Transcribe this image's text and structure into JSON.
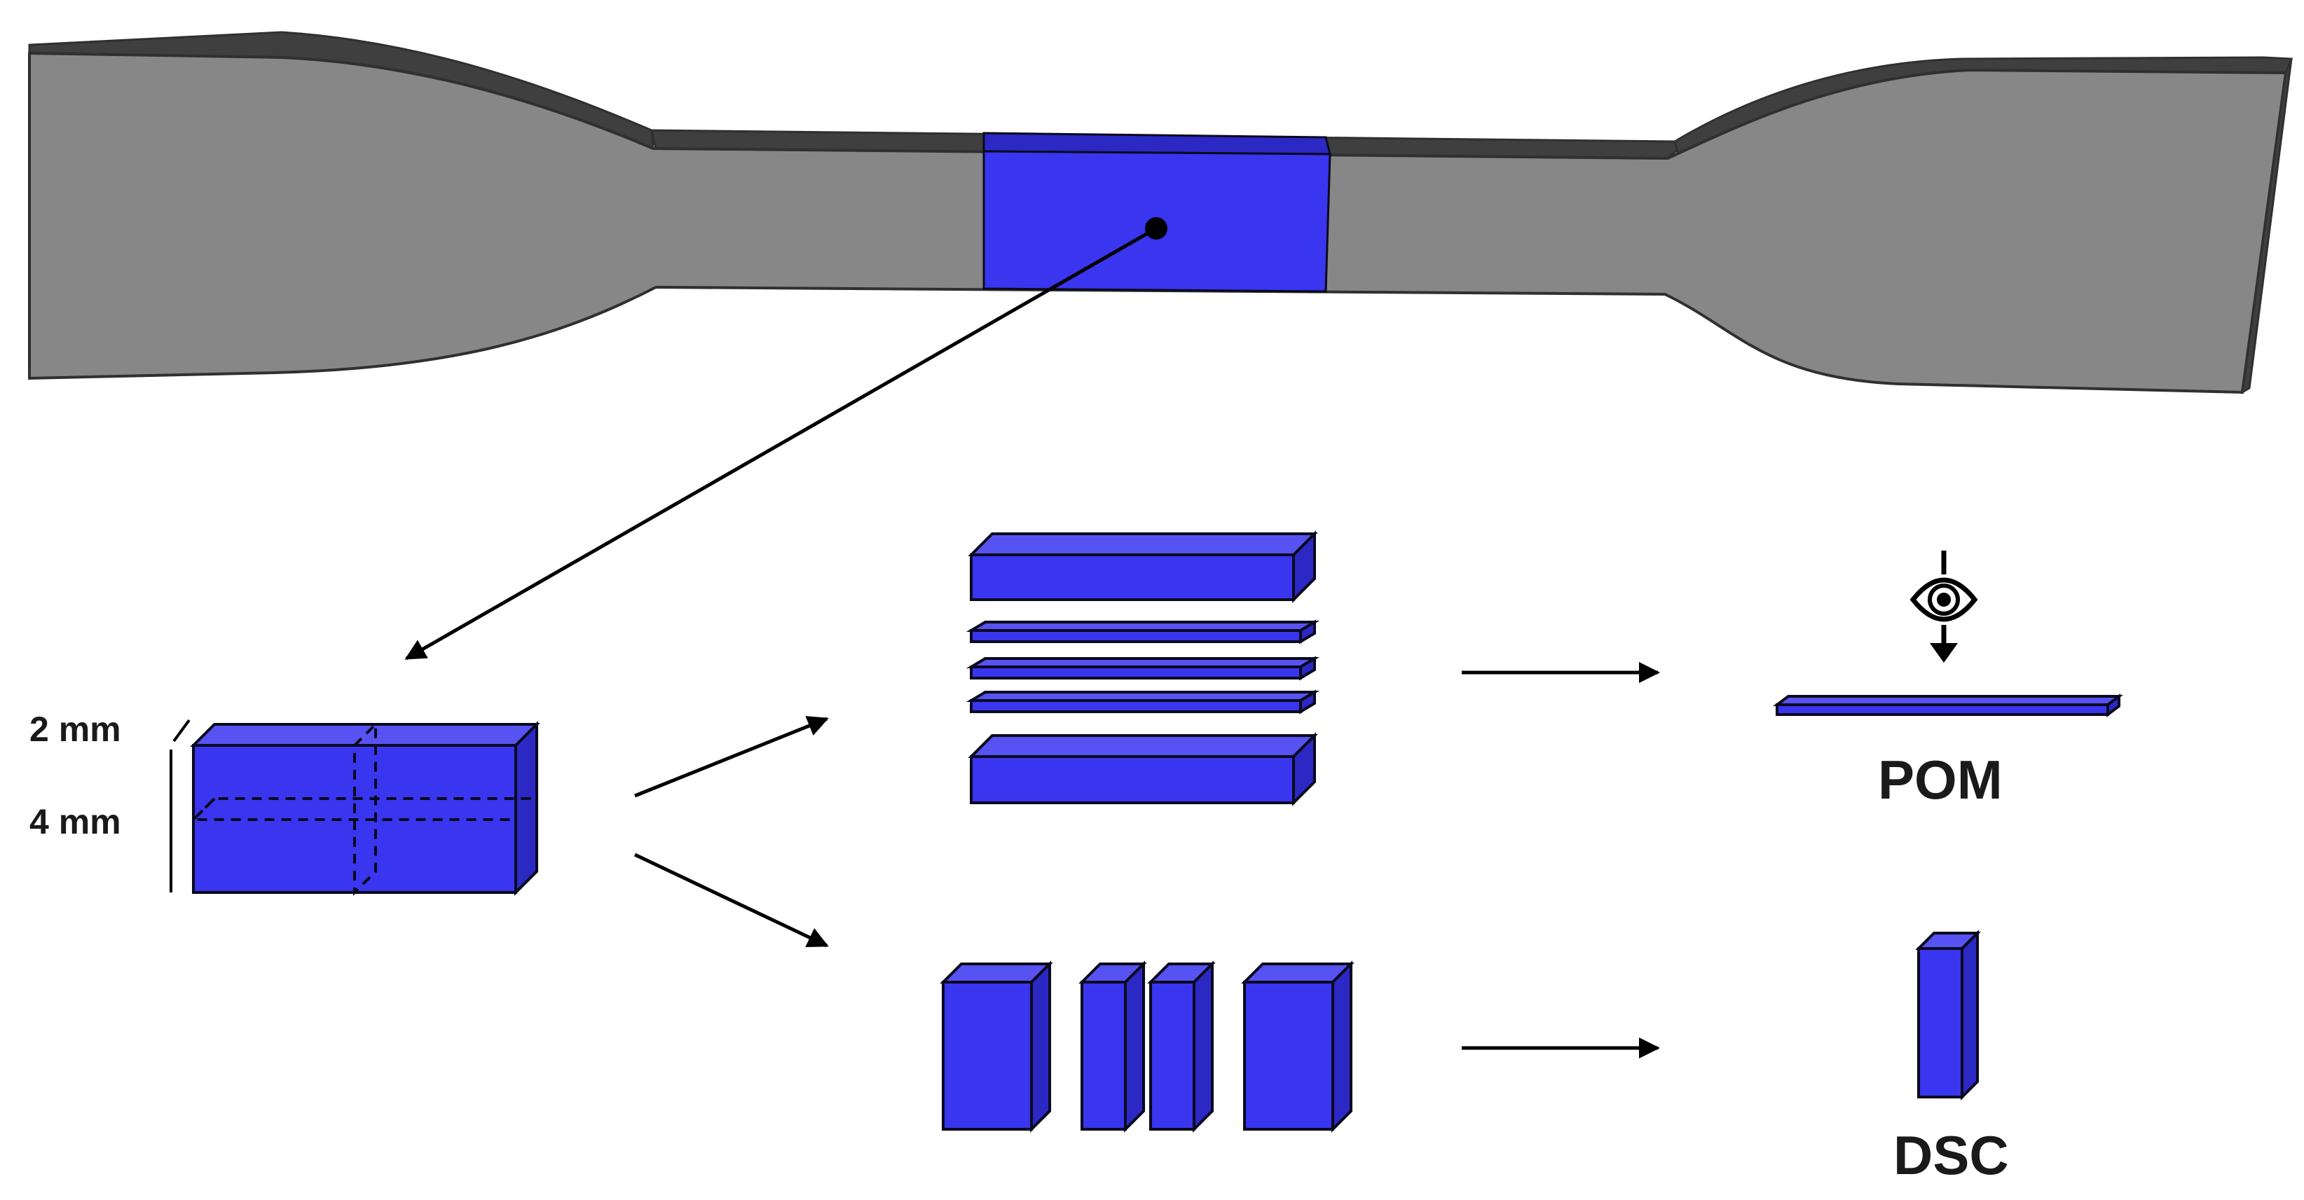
{
  "colors": {
    "specimen_face": "#878787",
    "specimen_top": "#3f3f3f",
    "specimen_edge": "#303030",
    "sample_face": "#3a35ee",
    "sample_top": "#5753f2",
    "sample_side": "#2c28c4",
    "outline": "#0a0a1e",
    "arrow": "#000000"
  },
  "dimensions": {
    "thickness": "2 mm",
    "width": "4 mm"
  },
  "techniques": {
    "pom": "POM",
    "dsc": "DSC"
  },
  "icons": {
    "observation": "eye-icon"
  }
}
